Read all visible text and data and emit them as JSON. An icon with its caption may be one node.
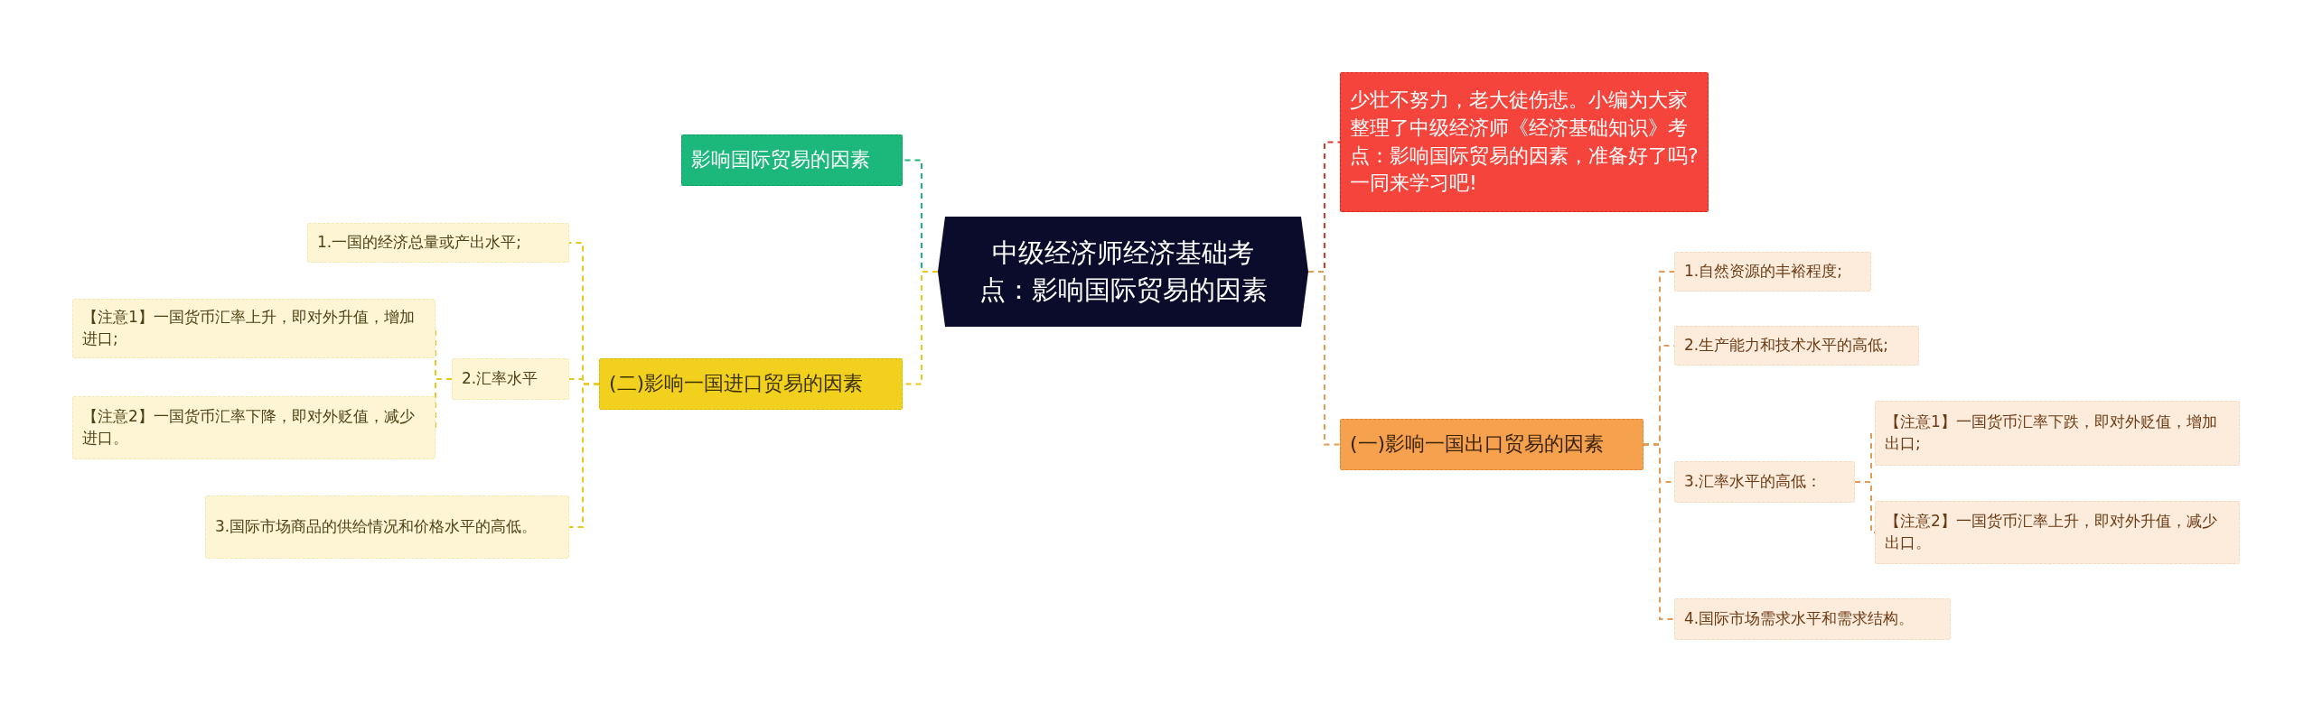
{
  "diagram": {
    "nodes": [
      {
        "text": [
          "中级经济师经济基础考点：影响国际贸易的因素"
        ]
      },
      {
        "text": [
          "影响国际贸易的因素"
        ]
      },
      {
        "text": [
          "(二)影响一国进口贸易的因素"
        ]
      },
      {
        "text": [
          "1.一国的经济总量或产出水平;"
        ]
      },
      {
        "text": [
          "2.汇率水平"
        ]
      },
      {
        "text": [
          "【注意1】一国货币汇率上升，即对外升值，增加进口;"
        ]
      },
      {
        "text": [
          "【注意2】一国货币汇率下降，即对外贬值，减少进口。"
        ]
      },
      {
        "text": [
          "3.国际市场商品的供给情况和价格水平的高低。"
        ]
      },
      {
        "text": [
          "少壮不努力，老大徒伤悲。小编为大家整理了中级经济师《经济基础知识》考点：影响国际贸易的因素，准备好了吗?一同来学习吧!"
        ]
      },
      {
        "text": [
          "(一)影响一国出口贸易的因素"
        ]
      },
      {
        "text": [
          "1.自然资源的丰裕程度;"
        ]
      },
      {
        "text": [
          "2.生产能力和技术水平的高低;"
        ]
      },
      {
        "text": [
          "3.汇率水平的高低："
        ]
      },
      {
        "text": [
          "【注意1】一国货币汇率下跌，即对外贬值，增加出口;"
        ]
      },
      {
        "text": [
          "【注意2】一国货币汇率上升，即对外升值，减少出口。"
        ]
      },
      {
        "text": [
          "4.国际市场需求水平和需求结构。"
        ]
      }
    ],
    "edges": [
      {
        "from": 0,
        "to": 1,
        "arrow": "none",
        "style": "dashed",
        "color": "#1bb77b"
      },
      {
        "from": 0,
        "to": 2,
        "arrow": "none",
        "style": "dashed",
        "color": "#e8c81c"
      },
      {
        "from": 2,
        "to": 3,
        "arrow": "none",
        "style": "dashed",
        "color": "#e8c81c"
      },
      {
        "from": 2,
        "to": 4,
        "arrow": "none",
        "style": "dashed",
        "color": "#e8c81c"
      },
      {
        "from": 4,
        "to": 5,
        "arrow": "none",
        "style": "dashed",
        "color": "#e8c81c"
      },
      {
        "from": 4,
        "to": 6,
        "arrow": "none",
        "style": "dashed",
        "color": "#e8c81c"
      },
      {
        "from": 2,
        "to": 7,
        "arrow": "none",
        "style": "dashed",
        "color": "#e8c81c"
      },
      {
        "from": 0,
        "to": 8,
        "arrow": "none",
        "style": "dashed",
        "color": "#d83a2f"
      },
      {
        "from": 0,
        "to": 9,
        "arrow": "none",
        "style": "dashed",
        "color": "#e39a54"
      },
      {
        "from": 9,
        "to": 10,
        "arrow": "none",
        "style": "dashed",
        "color": "#e39a54"
      },
      {
        "from": 9,
        "to": 11,
        "arrow": "none",
        "style": "dashed",
        "color": "#e39a54"
      },
      {
        "from": 9,
        "to": 12,
        "arrow": "none",
        "style": "dashed",
        "color": "#e39a54"
      },
      {
        "from": 12,
        "to": 13,
        "arrow": "none",
        "style": "dashed",
        "color": "#e39a54"
      },
      {
        "from": 12,
        "to": 14,
        "arrow": "none",
        "style": "dashed",
        "color": "#e39a54"
      },
      {
        "from": 9,
        "to": 15,
        "arrow": "none",
        "style": "dashed",
        "color": "#e39a54"
      }
    ]
  }
}
